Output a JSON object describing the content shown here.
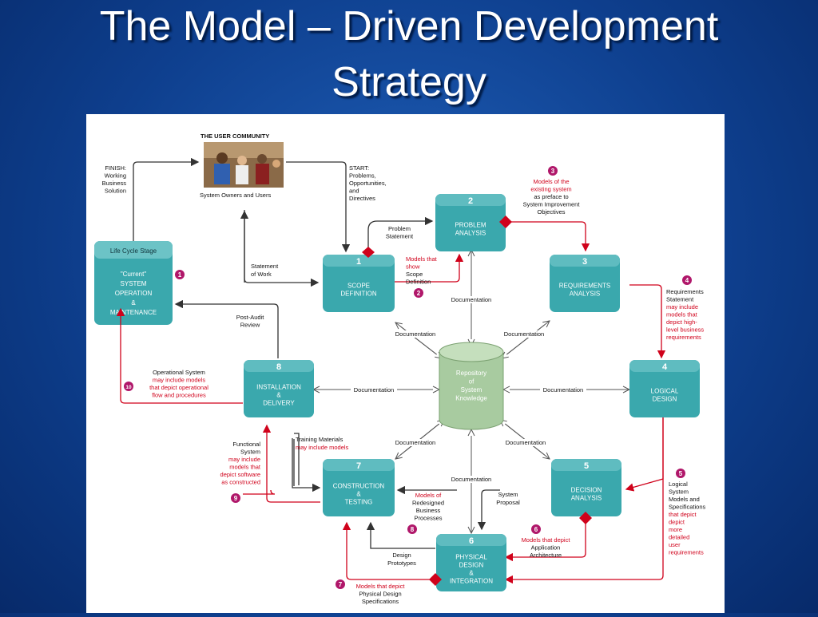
{
  "slide": {
    "title_line1": "The Model – Driven Development",
    "title_line2": "Strategy"
  },
  "user_community": {
    "title": "THE USER COMMUNITY",
    "caption": "System Owners and Users"
  },
  "lifecycle": {
    "header": "Life Cycle Stage",
    "lines": [
      "\"Current\"",
      "SYSTEM",
      "OPERATION",
      "&",
      "MAINTENANCE"
    ]
  },
  "phases": [
    {
      "num": "1",
      "lines": [
        "SCOPE",
        "DEFINITION"
      ]
    },
    {
      "num": "2",
      "lines": [
        "PROBLEM",
        "ANALYSIS"
      ]
    },
    {
      "num": "3",
      "lines": [
        "REQUIREMENTS",
        "ANALYSIS"
      ]
    },
    {
      "num": "4",
      "lines": [
        "LOGICAL",
        "DESIGN"
      ]
    },
    {
      "num": "5",
      "lines": [
        "DECISION",
        "ANALYSIS"
      ]
    },
    {
      "num": "6",
      "lines": [
        "PHYSICAL",
        "DESIGN",
        "&",
        "INTEGRATION"
      ]
    },
    {
      "num": "7",
      "lines": [
        "CONSTRUCTION",
        "&",
        "TESTING"
      ]
    },
    {
      "num": "8",
      "lines": [
        "INSTALLATION",
        "&",
        "DELIVERY"
      ]
    }
  ],
  "repository": {
    "lines": [
      "Repository",
      "of",
      "System",
      "Knowledge"
    ]
  },
  "labels": {
    "finish": [
      "FINISH:",
      "Working",
      "Business",
      "Solution"
    ],
    "start": [
      "START:",
      "Problems,",
      "Opportunities,",
      "and",
      "Directives"
    ],
    "problem_statement": [
      "Problem",
      "Statement"
    ],
    "statement_of_work": [
      "Statement",
      "of Work"
    ],
    "post_audit": [
      "Post-Audit",
      "Review"
    ],
    "training": "Training Materials",
    "training_red": "may include models",
    "design_prototypes": [
      "Design",
      "Prototypes"
    ],
    "system_proposal": [
      "System",
      "Proposal"
    ],
    "documentation": "Documentation"
  },
  "annotations": {
    "n1": "1",
    "n2": {
      "num": "2",
      "red": [
        "Models that",
        "show"
      ],
      "black": [
        "Scope",
        "Definition"
      ]
    },
    "n3": {
      "num": "3",
      "red": [
        "Models of the",
        "existing system"
      ],
      "black": [
        "as preface to",
        "System Improvement",
        "Objectives"
      ]
    },
    "n4": {
      "num": "4",
      "black": [
        "Requirements",
        "Statement"
      ],
      "red": [
        "may include",
        "models that",
        "depict high-",
        "level business",
        "requirements"
      ]
    },
    "n5": {
      "num": "5",
      "black": [
        "Logical",
        "System",
        "Models and",
        "Specifications"
      ],
      "red": [
        "that depict",
        "depict",
        "more",
        "detailed",
        "user",
        "requirements"
      ]
    },
    "n6": {
      "num": "6",
      "red": [
        "Models that depict"
      ],
      "black": [
        "Application",
        "Architecture"
      ]
    },
    "n7": {
      "num": "7",
      "red": [
        "Models that depict"
      ],
      "black": [
        "Physical Design",
        "Specifications"
      ]
    },
    "n8": {
      "num": "8",
      "red": [
        "Models of"
      ],
      "black": [
        "Redesigned",
        "Business",
        "Processes"
      ]
    },
    "n9": {
      "num": "9",
      "black": [
        "Functional",
        "System"
      ],
      "red": [
        "may include",
        "models that",
        "depict software",
        "as constructed"
      ]
    },
    "n10": {
      "num": "10",
      "black": [
        "Operational System"
      ],
      "red": [
        "may include models",
        "that depict operational",
        "flow and procedures"
      ]
    }
  },
  "colors": {
    "teal": "#3aa8ad",
    "repo": "#a8cba0",
    "red": "#d0021b",
    "marker": "#b0176a"
  }
}
